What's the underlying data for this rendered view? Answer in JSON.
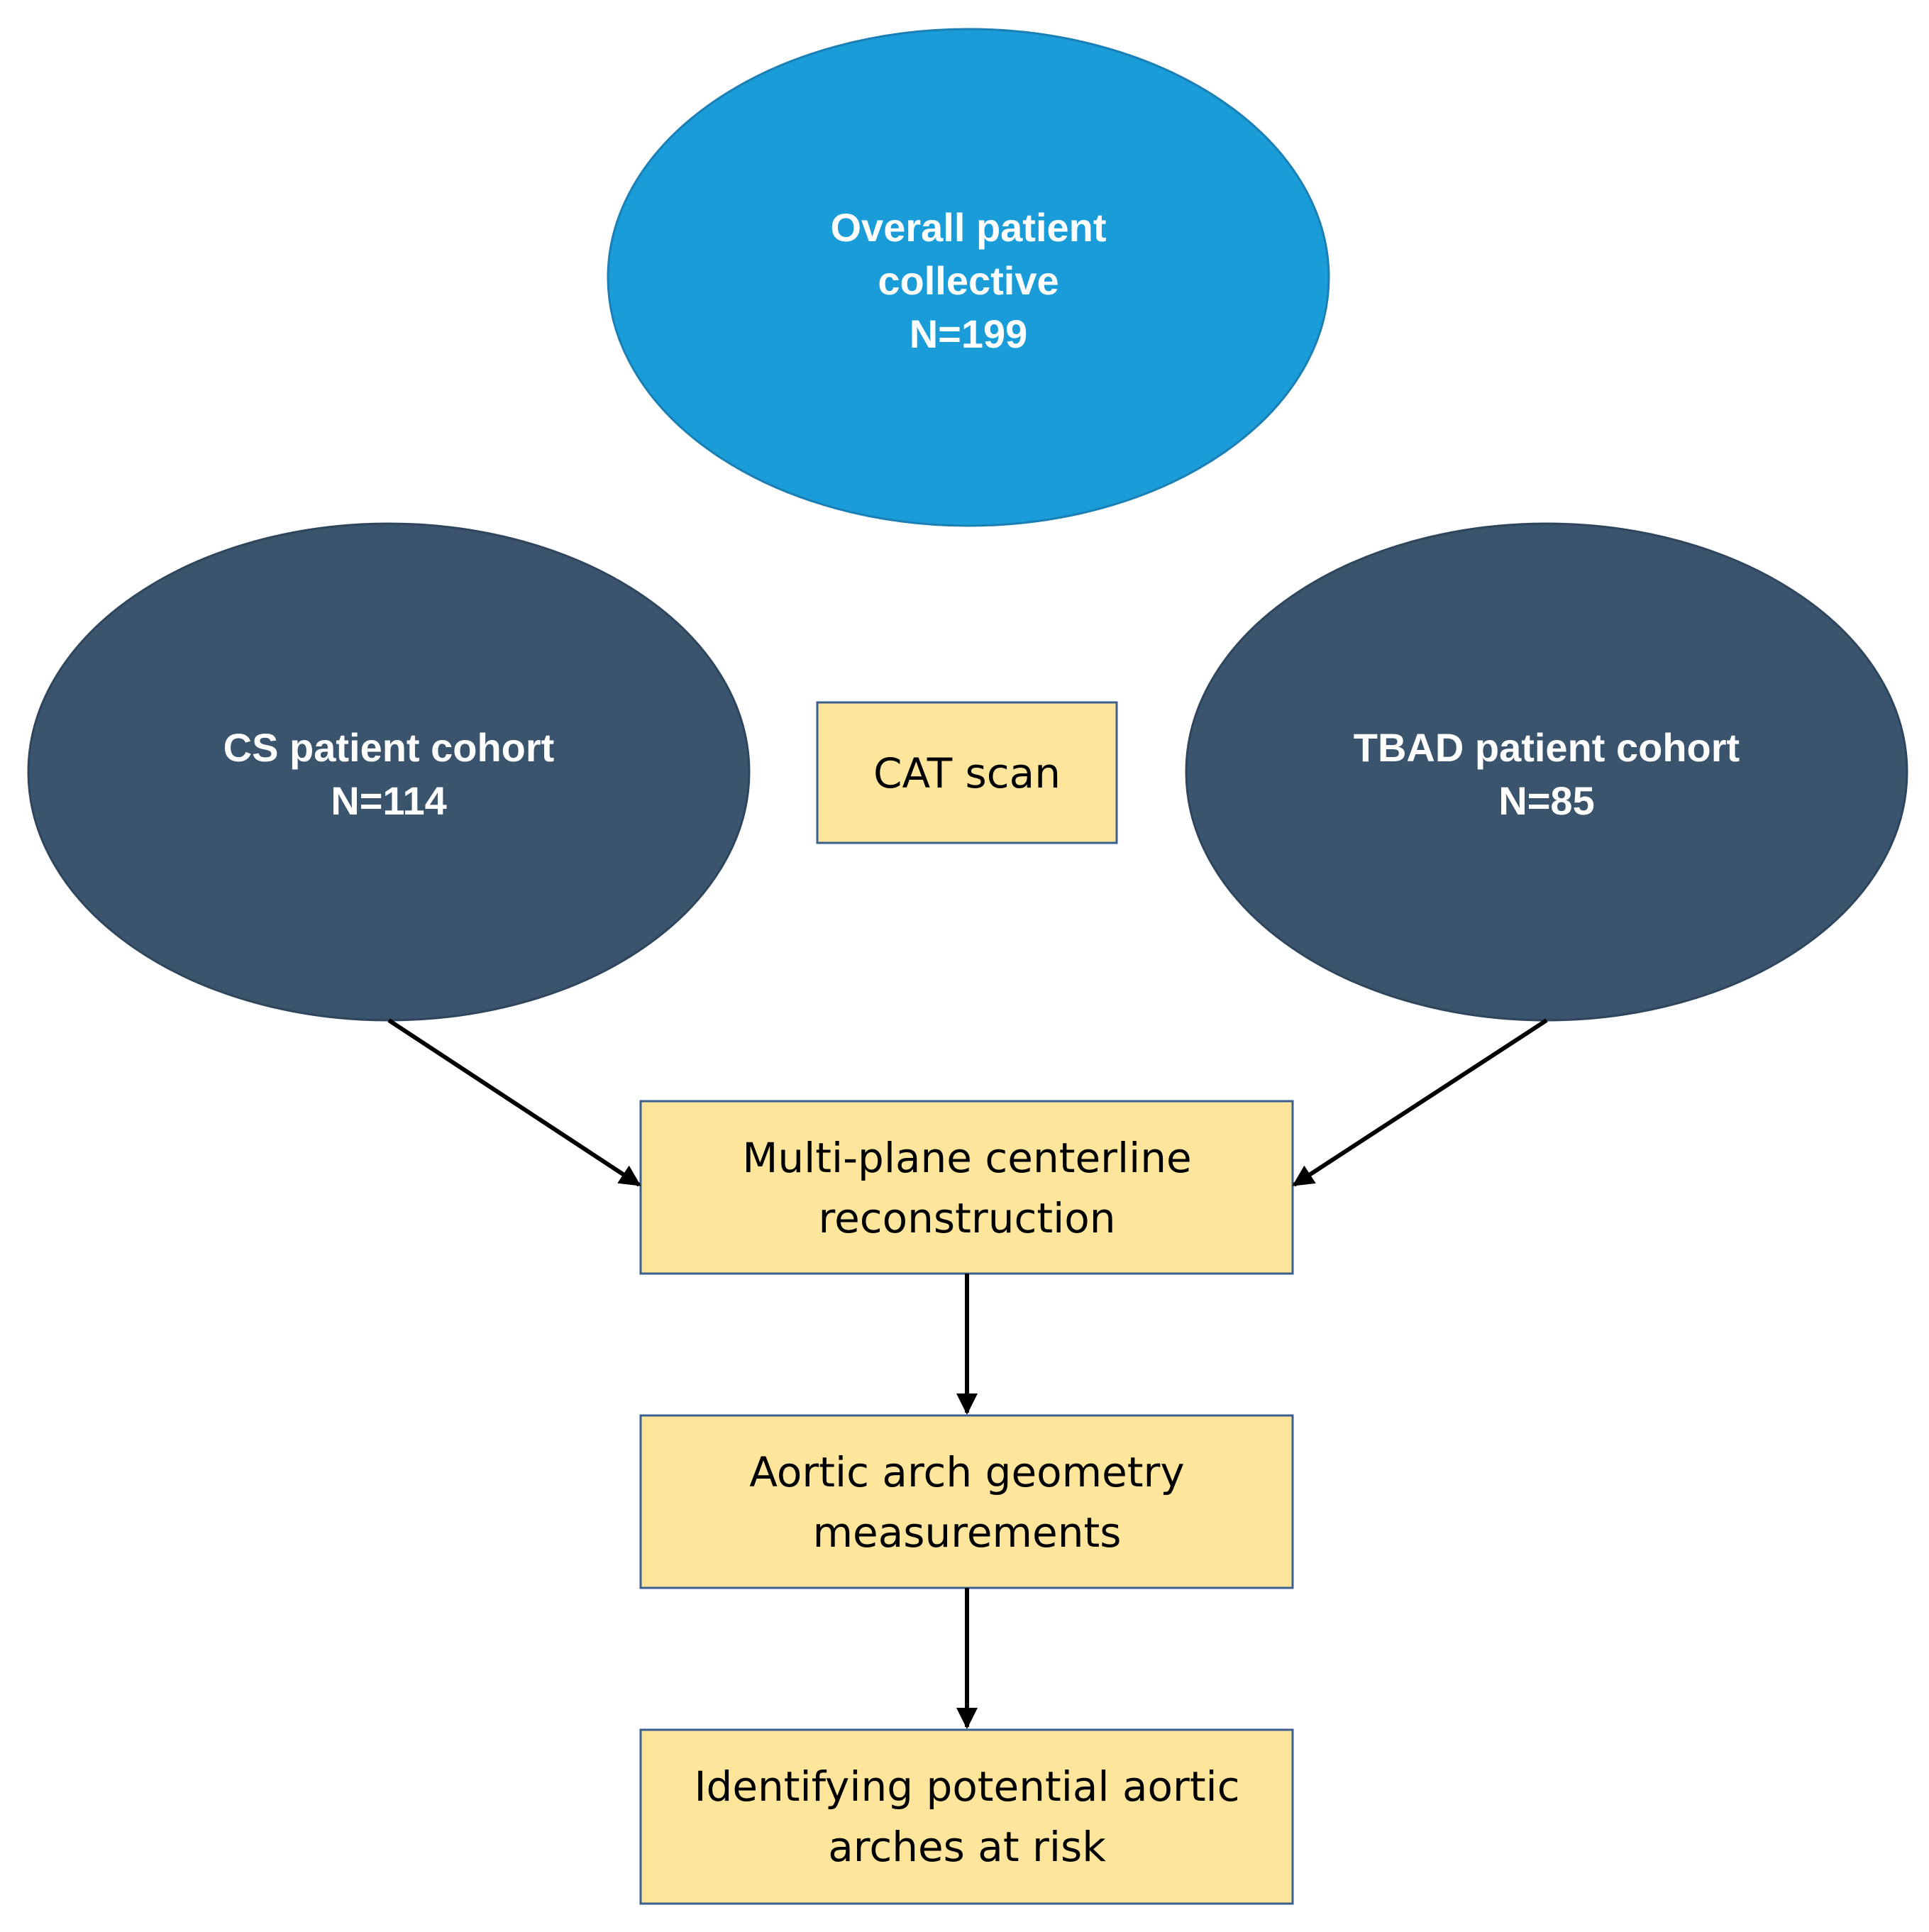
{
  "colors": {
    "overall_fill": "#1a9cd8",
    "overall_stroke": "#1a7fb5",
    "cohort_fill": "#3b546e",
    "cohort_stroke": "#2e455c",
    "box_fill": "#fde69b",
    "box_stroke": "#3b5f8f",
    "arrow": "#000000"
  },
  "nodes": {
    "overall": {
      "line1": "Overall patient",
      "line2": "collective",
      "line3": "N=199"
    },
    "cs_cohort": {
      "line1": "CS patient cohort",
      "line2": "N=114"
    },
    "tbad_cohort": {
      "line1": "TBAD patient cohort",
      "line2": "N=85"
    },
    "cat_scan": {
      "line1": "CAT scan"
    },
    "reconstruction": {
      "line1": "Multi-plane centerline",
      "line2": "reconstruction"
    },
    "measurements": {
      "line1": "Aortic arch geometry",
      "line2": "measurements"
    },
    "identifying": {
      "line1": "Identifying potential aortic",
      "line2": "arches at risk"
    }
  }
}
